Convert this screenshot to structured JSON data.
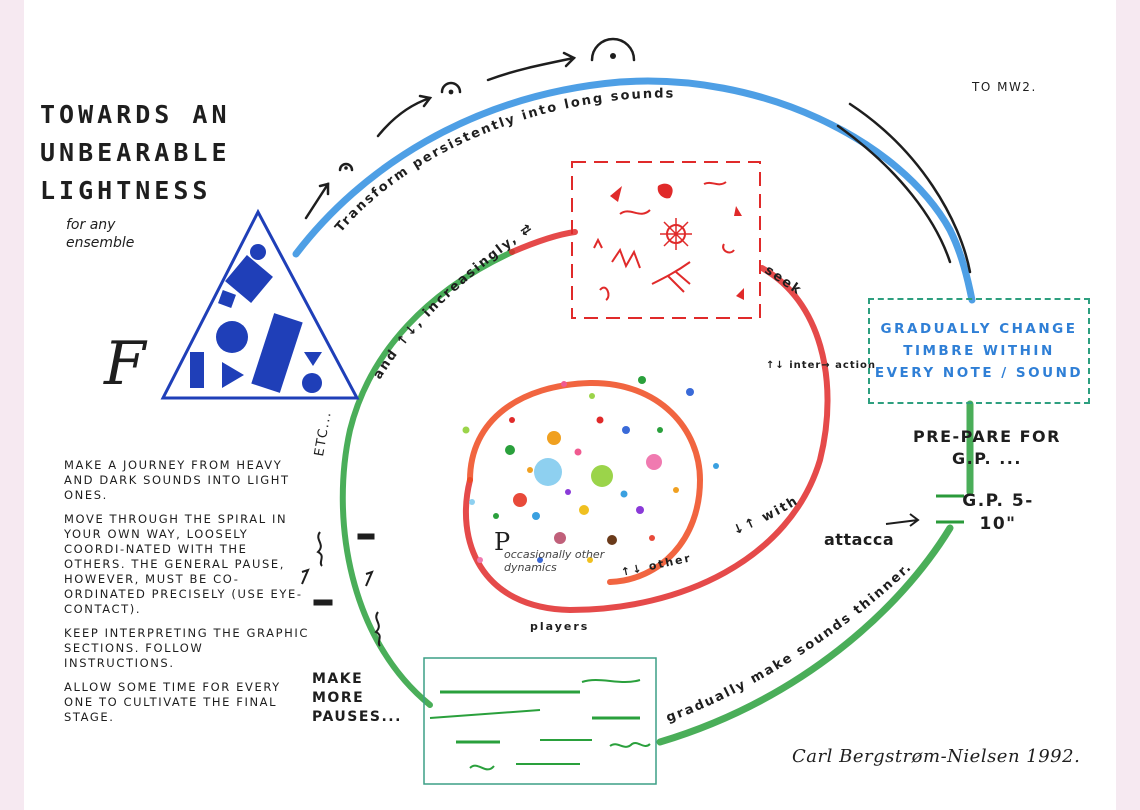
{
  "title": {
    "line1": "Towards an",
    "line2": "unbearable",
    "line3": "lightness"
  },
  "subtitle": "for any ensemble",
  "top_right_note": "To MW2.",
  "dynamic_start": "f",
  "dynamic_center": "p",
  "occasionally_note": "occasionally other dynamics",
  "spiral_labels": {
    "transform": "Transform persistently into long sounds",
    "increasingly": "and ↑↓, increasingly, ⇄",
    "etc": "etc...",
    "seek": "seek",
    "interaction": "↑↓ inter→ action",
    "with": "↓↑ with",
    "other": "↑↓ other",
    "players": "players",
    "thinner": "gradually make sounds thinner..."
  },
  "timbre_box": "Gradually change timbre within every note / sound",
  "prepare": "Pre-pare for G.P. ...",
  "gp": "G.P. 5-10\"",
  "attacca": "attacca",
  "make_more": "Make more pauses...",
  "instructions": [
    "Make a journey from heavy and dark sounds into light ones.",
    "Move through the spiral in your own way, loosely coordi-nated with the others. The general pause, however, must be co-ordinated precisely (use eye-contact).",
    "Keep interpreting the graphic sections. Follow instructions.",
    "Allow some time for every one to cultivate the final stage."
  ],
  "signature": "Carl Bergstrøm-Nielsen 1992.",
  "colors": {
    "blue": "#2f8ee0",
    "red": "#e02a2a",
    "green": "#2aa03c",
    "triangle": "#1f3fb8",
    "timbre_border": "#2d9f7f",
    "teal": "#3c9f86"
  }
}
